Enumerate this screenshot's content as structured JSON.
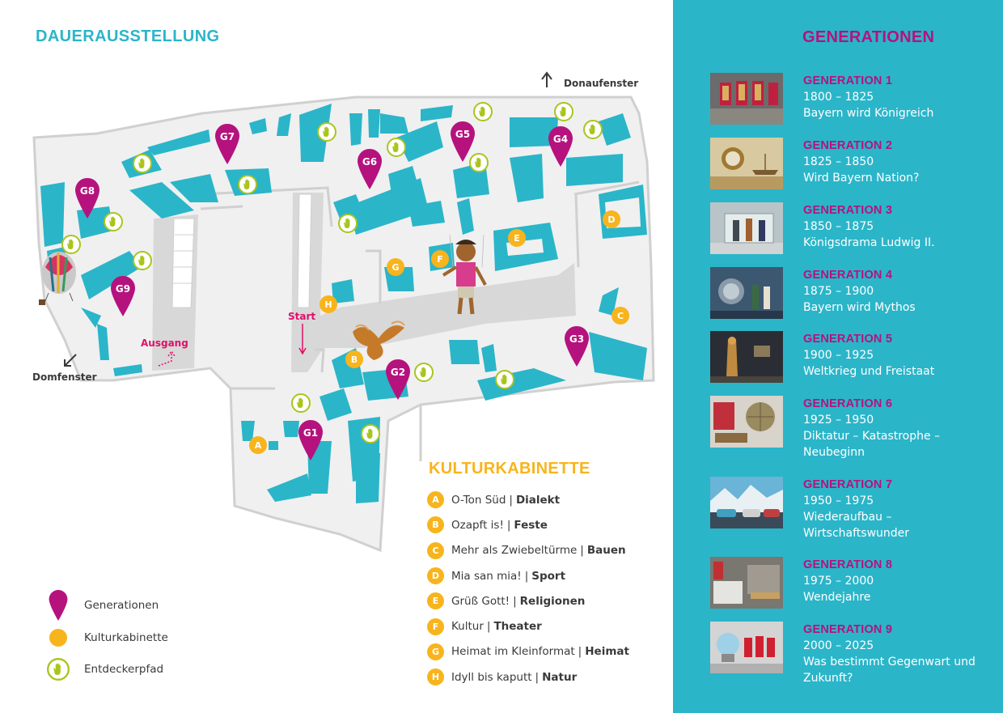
{
  "map": {
    "title": "DAUERAUSSTELLUNG",
    "labels": {
      "donaufenster": "Donaufenster",
      "domfenster": "Domfenster",
      "start": "Start",
      "ausgang": "Ausgang"
    },
    "generation_pins": [
      "G1",
      "G2",
      "G3",
      "G4",
      "G5",
      "G6",
      "G7",
      "G8",
      "G9"
    ],
    "kabinett_dots": [
      "A",
      "B",
      "C",
      "D",
      "E",
      "F",
      "G",
      "H"
    ]
  },
  "kulturkabinette": {
    "title": "KULTURKABINETTE",
    "items": [
      {
        "letter": "A",
        "name": "O-Ton Süd",
        "sep": "|",
        "topic": "Dialekt"
      },
      {
        "letter": "B",
        "name": "Ozapft is!",
        "sep": "|",
        "topic": "Feste"
      },
      {
        "letter": "C",
        "name": "Mehr als Zwiebeltürme",
        "sep": "|",
        "topic": "Bauen"
      },
      {
        "letter": "D",
        "name": "Mia san mia!",
        "sep": "|",
        "topic": "Sport"
      },
      {
        "letter": "E",
        "name": "Grüß Gott!",
        "sep": "|",
        "topic": "Religionen"
      },
      {
        "letter": "F",
        "name": "Kultur",
        "sep": "|",
        "topic": "Theater"
      },
      {
        "letter": "G",
        "name": "Heimat im Kleinformat",
        "sep": "|",
        "topic": "Heimat"
      },
      {
        "letter": "H",
        "name": "Idyll bis kaputt",
        "sep": "|",
        "topic": "Natur"
      }
    ]
  },
  "legend": {
    "generationen": "Generationen",
    "kulturkabinette": "Kulturkabinette",
    "entdeckerpfad": "Entdeckerpfad"
  },
  "generationen": {
    "title": "GENERATIONEN",
    "items": [
      {
        "name": "GENERATION 1",
        "years": "1800 – 1825",
        "desc": "Bayern wird Königreich"
      },
      {
        "name": "GENERATION 2",
        "years": "1825 – 1850",
        "desc": "Wird Bayern Nation?"
      },
      {
        "name": "GENERATION 3",
        "years": "1850 – 1875",
        "desc": "Königsdrama Ludwig II."
      },
      {
        "name": "GENERATION 4",
        "years": "1875 – 1900",
        "desc": "Bayern wird Mythos"
      },
      {
        "name": "GENERATION 5",
        "years": "1900 – 1925",
        "desc": "Weltkrieg und Freistaat"
      },
      {
        "name": "GENERATION 6",
        "years": "1925 – 1950",
        "desc": "Diktatur – Katastrophe – Neubeginn"
      },
      {
        "name": "GENERATION 7",
        "years": "1950 – 1975",
        "desc": "Wiederaufbau – Wirtschaftswunder"
      },
      {
        "name": "GENERATION 8",
        "years": "1975 – 2000",
        "desc": "Wendejahre"
      },
      {
        "name": "GENERATION 9",
        "years": "2000 – 2025",
        "desc": "Was bestimmt Gegenwart und Zukunft?"
      }
    ]
  },
  "colors": {
    "teal": "#2bb5c9",
    "magenta": "#b5127e",
    "orange": "#f8b41c",
    "lime": "#a9c51c",
    "pink": "#e0106a",
    "floor": "#f0f0f0",
    "corridor": "#d8d8d8"
  }
}
